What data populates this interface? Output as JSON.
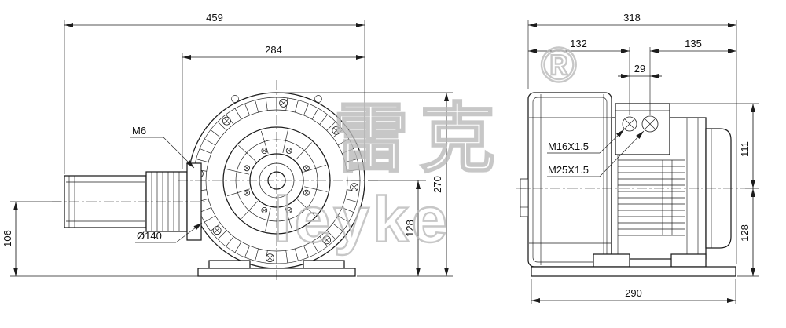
{
  "watermark": {
    "registered": "®",
    "cn": "雷克",
    "latin": "leyke"
  },
  "front_view": {
    "dims": {
      "overall_width": "459",
      "body_width": "284",
      "overall_height": "270",
      "axis_to_base": "128",
      "port_axis_to_base": "106"
    },
    "callouts": {
      "screw_thread": "M6",
      "port_diameter": "Ø140"
    }
  },
  "side_view": {
    "dims": {
      "overall_depth": "318",
      "front_to_gland": "132",
      "gland_spacing": "29",
      "gland_to_rear": "135",
      "box_top_to_axis": "111",
      "axis_to_base": "128",
      "base_depth": "290"
    },
    "callouts": {
      "cable_gland_1": "M16X1.5",
      "cable_gland_2": "M25X1.5"
    }
  }
}
